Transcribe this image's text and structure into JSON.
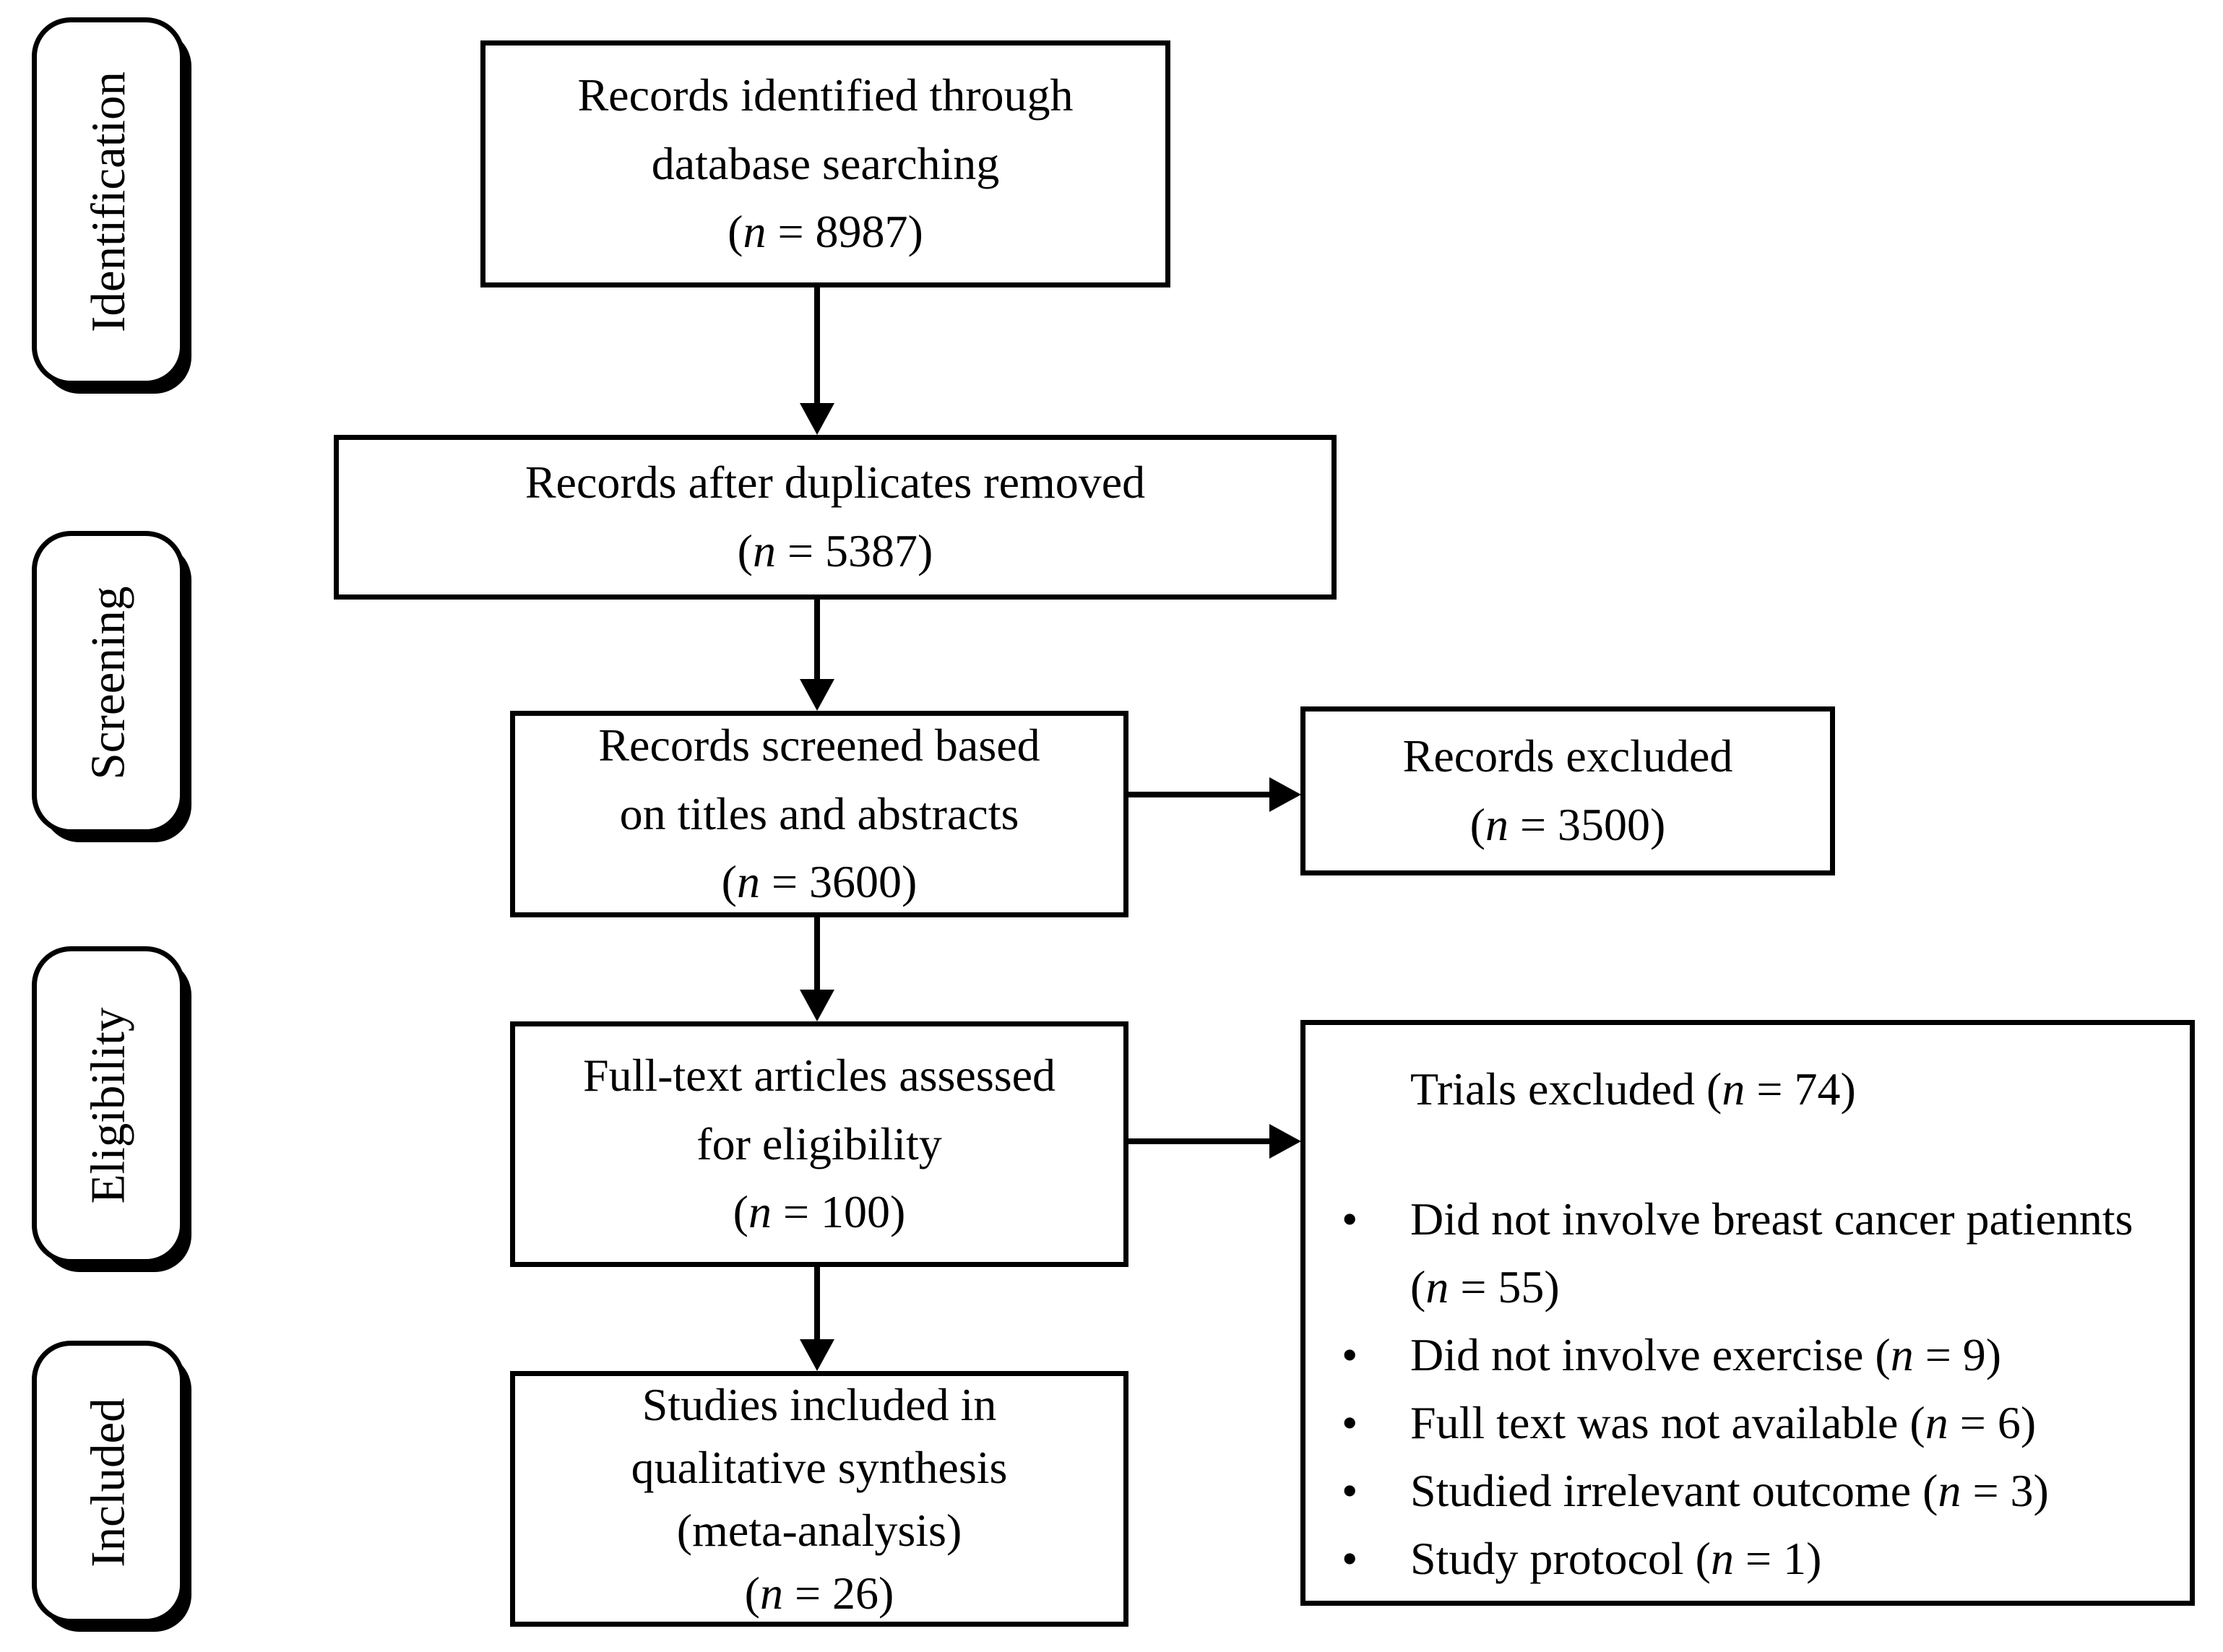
{
  "bullet_glyph": "•",
  "n_format": {
    "open": "(",
    "var": "n",
    "eq": " = ",
    "close": ")"
  },
  "stages": [
    {
      "label": "Identification"
    },
    {
      "label": "Screening"
    },
    {
      "label": "Eligibility"
    },
    {
      "label": "Included"
    }
  ],
  "boxes": {
    "identified": {
      "lines": [
        "Records identified through",
        "database searching"
      ],
      "n": "8987"
    },
    "duplicates_removed": {
      "lines": [
        "Records after duplicates removed"
      ],
      "n": "5387"
    },
    "screened": {
      "lines": [
        "Records screened based",
        "on titles and abstracts"
      ],
      "n": "3600"
    },
    "records_excluded": {
      "lines": [
        "Records excluded"
      ],
      "n": "3500"
    },
    "fulltext_assessed": {
      "lines": [
        "Full-text articles assessed",
        "for eligibility"
      ],
      "n": "100"
    },
    "trials_excluded": {
      "header": {
        "text": "Trials excluded ",
        "n": "74"
      },
      "items": [
        {
          "text": "Did not involve breast cancer patiennts ",
          "n": "55"
        },
        {
          "text": "Did not involve exercise ",
          "n": "9"
        },
        {
          "text": "Full text was not available ",
          "n": "6"
        },
        {
          "text": "Studied irrelevant outcome ",
          "n": "3"
        },
        {
          "text": "Study protocol ",
          "n": "1"
        }
      ]
    },
    "studies_included": {
      "lines": [
        "Studies included in",
        "qualitative synthesis",
        "(meta-analysis)"
      ],
      "n": "26"
    }
  },
  "colors": {
    "line": "#000000",
    "text": "#000000",
    "background": "#ffffff"
  }
}
